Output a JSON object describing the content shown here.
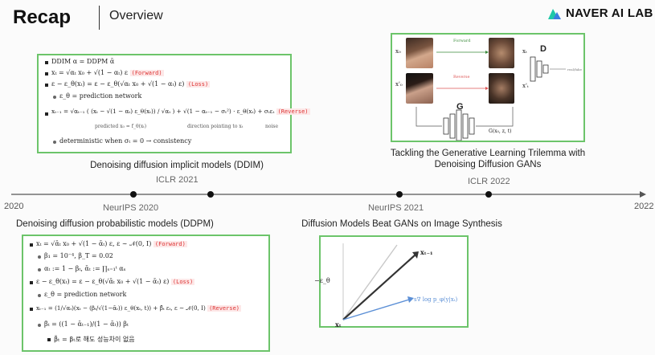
{
  "header": {
    "title": "Recap",
    "subtitle": "Overview",
    "brand": "NAVER AI LAB"
  },
  "timeline": {
    "year_start": "2020",
    "year_end": "2022",
    "events": [
      {
        "label": "ICLR 2021"
      },
      {
        "label": "NeurIPS 2020"
      },
      {
        "label": "NeurIPS 2021"
      },
      {
        "label": "ICLR 2022"
      }
    ]
  },
  "ddim": {
    "caption": "Denoising diffusion implicit models (DDIM)",
    "lines": {
      "l1": "DDIM α = DDPM ᾱ",
      "l2": "xₜ = √αₜ x₀ + √(1 − αₜ) ε",
      "l2_tag": "(Forward)",
      "l3": "ε − ε_θ(xₜ) = ε − ε_θ(√αₜ x₀ + √(1 − αₜ) ε)",
      "l3_tag": "(Loss)",
      "l4": "ε_θ = prediction network",
      "l5": "xₜ₋₁ = √αₜ₋₁ ( (xₜ − √(1 − αₜ) ε_θ(xₜ)) / √αₜ ) + √(1 − αₜ₋₁ − σₜ²) · ε_θ(xₜ) + σₜεₜ",
      "l5_tag": "(Reverse)",
      "l5_u1": "predicted x₀ = f_θ(xₜ)",
      "l5_u2": "direction pointing to xₜ",
      "l5_u3": "noise",
      "l6": "deterministic when σₜ = 0 → consistency"
    }
  },
  "gan": {
    "caption": "Tackling the Generative Learning Trilemma with Denoising Diffusion GANs",
    "forward_label": "Forward",
    "reverse_label": "Reverse",
    "x0": "x₀",
    "x0p": "x'₀",
    "xt": "xₜ",
    "xtp": "x'ₜ",
    "D": "D",
    "G": "G",
    "g_args": "G(x₀, z, t)",
    "real_fake": "real/fake"
  },
  "ddpm": {
    "caption": "Denoising diffusion probabilistic models (DDPM)",
    "lines": {
      "l1": "xₜ = √ᾱₜ x₀ + √(1 − ᾱₜ) ε,  ε ∼ 𝒩(0, I)",
      "l1_tag": "(Forward)",
      "l2": "β₁ = 10⁻⁴, β_T = 0.02",
      "l3": "αₜ := 1 − βₜ, ᾱₜ := ∏ₛ₌₁ᵗ αₛ",
      "l4": "ε − ε_θ(xₜ) = ε − ε_θ(√ᾱₜ x₀ + √(1 − ᾱₜ) ε)",
      "l4_tag": "(Loss)",
      "l5": "ε_θ = prediction network",
      "l6": "xₜ₋₁ = (1/√αₜ)(xₜ − (βₜ/√(1−ᾱₜ)) ε_θ(xₜ, t)) + β̃ₜ εₜ,  ε ∼ 𝒩(0, I)",
      "l6_tag": "(Reverse)",
      "l7": "β̃ₜ = ((1 − ᾱₜ₋₁)/(1 − ᾱₜ)) βₜ",
      "l8": "β̃ₜ = βₜ로 해도 성능차이 없음"
    }
  },
  "guided": {
    "caption": "Diffusion Models Beat GANs on Image Synthesis",
    "label_top": "xₜ₋₁",
    "label_left": "−ε_θ",
    "label_origin": "xₜ",
    "label_grad": "s∇ log p_φ(y|xₜ)"
  },
  "colors": {
    "panel_border": "#6cc46a",
    "tag_red": "#d33",
    "arrow_blue": "#5b8fd6"
  }
}
